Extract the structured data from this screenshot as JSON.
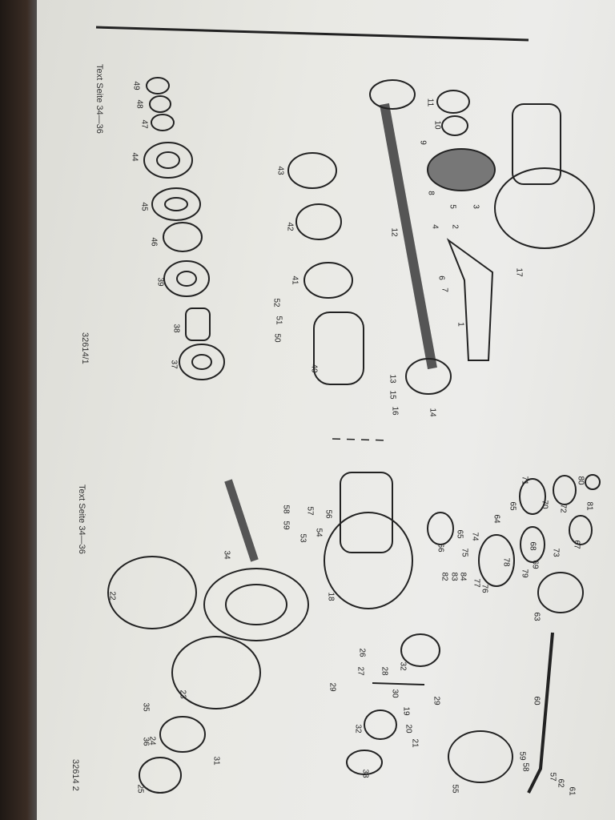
{
  "sheet_top": {
    "text_ref": "Text Seite 34—36",
    "figure_no": "32614/1"
  },
  "sheet_bottom": {
    "text_ref": "Text Seite 34—36",
    "figure_no": "32614 2"
  },
  "top_parts": [
    "49",
    "48",
    "47",
    "44",
    "45",
    "46",
    "39",
    "38",
    "37",
    "43",
    "42",
    "41",
    "40",
    "52",
    "51",
    "50",
    "12",
    "11",
    "10",
    "9",
    "8",
    "5",
    "3",
    "4",
    "2",
    "6",
    "7",
    "1",
    "13",
    "15",
    "16",
    "14",
    "17"
  ],
  "bottom_parts": [
    "56",
    "57",
    "58",
    "59",
    "54",
    "53",
    "34",
    "22",
    "18",
    "23",
    "35",
    "36",
    "24",
    "25",
    "31",
    "19",
    "20",
    "21",
    "26",
    "27",
    "28",
    "29",
    "30",
    "32",
    "29",
    "32",
    "33",
    "55",
    "60",
    "59",
    "58",
    "57",
    "62",
    "61",
    "63",
    "66",
    "65",
    "64",
    "65",
    "71",
    "70",
    "72",
    "80",
    "81",
    "74",
    "75",
    "76",
    "77",
    "78",
    "79",
    "68",
    "69",
    "67",
    "73",
    "82",
    "83",
    "84"
  ]
}
